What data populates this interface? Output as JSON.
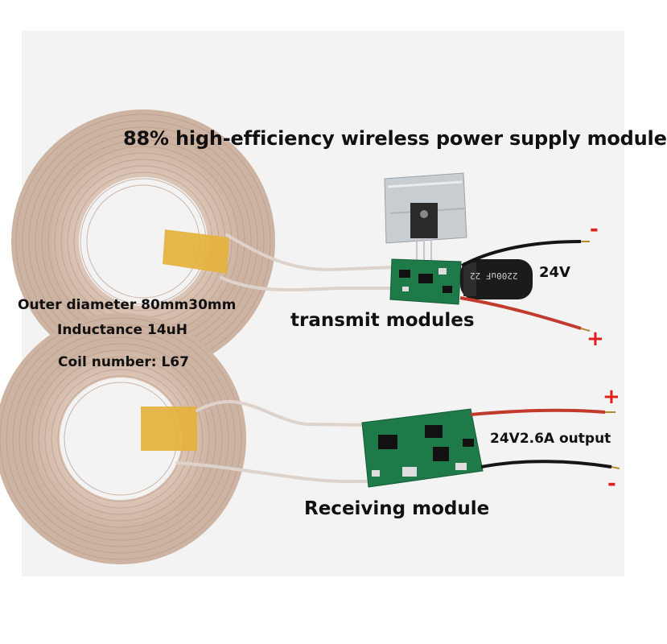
{
  "labels": {
    "title": "88% high-efficiency wireless power supply module",
    "input_voltage": "24V",
    "outer_diameter": "Outer diameter 80mm30mm",
    "inductance": "Inductance 14uH",
    "coil_number": "Coil number: L67",
    "transmit": "transmit modules",
    "receive": "Receiving module",
    "output": "24V2.6A output"
  },
  "polarity": {
    "tx_top": "-",
    "tx_bottom": "+",
    "rx_top": "+",
    "rx_bottom": "-"
  },
  "capacitor_text": "2200uF 22",
  "colors": {
    "polarity": "#e0201c",
    "pcb": "#1f7a4a",
    "coil": "#d8c2b3",
    "tape": "#e5b23c",
    "wire_red": "#c23a2b",
    "wire_black": "#151515"
  }
}
